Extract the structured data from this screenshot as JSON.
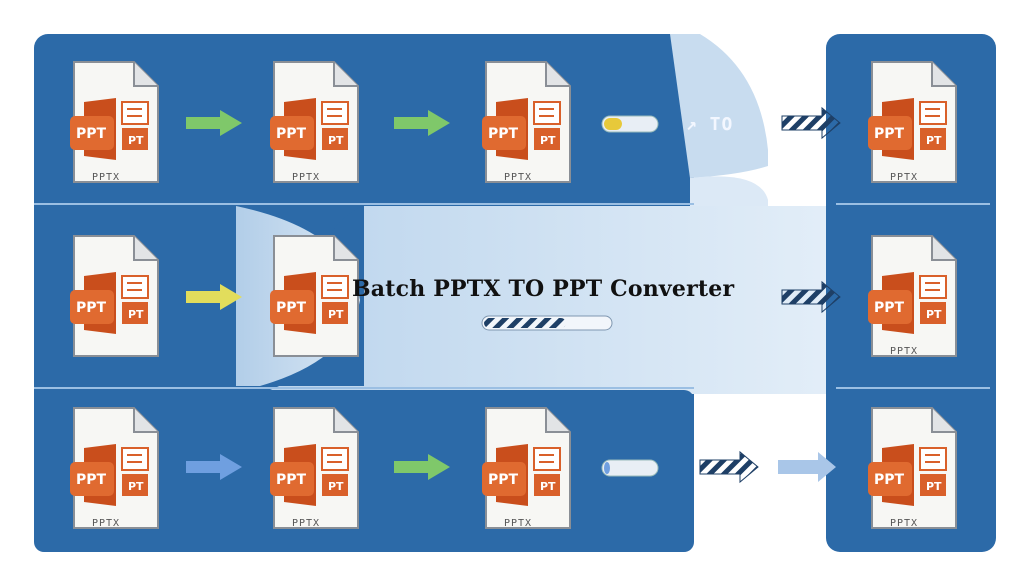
{
  "title": "Batch PPTX TO PPT Converter",
  "to_label": "↗ TO",
  "doc_caption": "PPTX",
  "icon_main": "PPT",
  "icon_sub": "PT",
  "colors": {
    "panel": "#2c6aa8",
    "panel_dark": "#24598f",
    "ppt_orange": "#d9602a",
    "funnel": "#d6e6f5",
    "arrow_green": "#7fc86a",
    "arrow_yellow": "#e2dd5c",
    "arrow_blue": "#6f9fe0"
  },
  "left_rows": [
    {
      "name": "row-1",
      "arrows": [
        "green",
        "green"
      ],
      "progress": 0.35,
      "progress_color": "#e7c93a"
    },
    {
      "name": "row-2",
      "arrows": [
        "yellow"
      ],
      "progress": 0.65,
      "progress_color": "#2e5f92"
    },
    {
      "name": "row-3",
      "arrows": [
        "blue",
        "green"
      ],
      "progress": 0.05,
      "progress_color": "#6f9fe0"
    }
  ],
  "right_rows": [
    "output-1",
    "output-2",
    "output-3"
  ]
}
